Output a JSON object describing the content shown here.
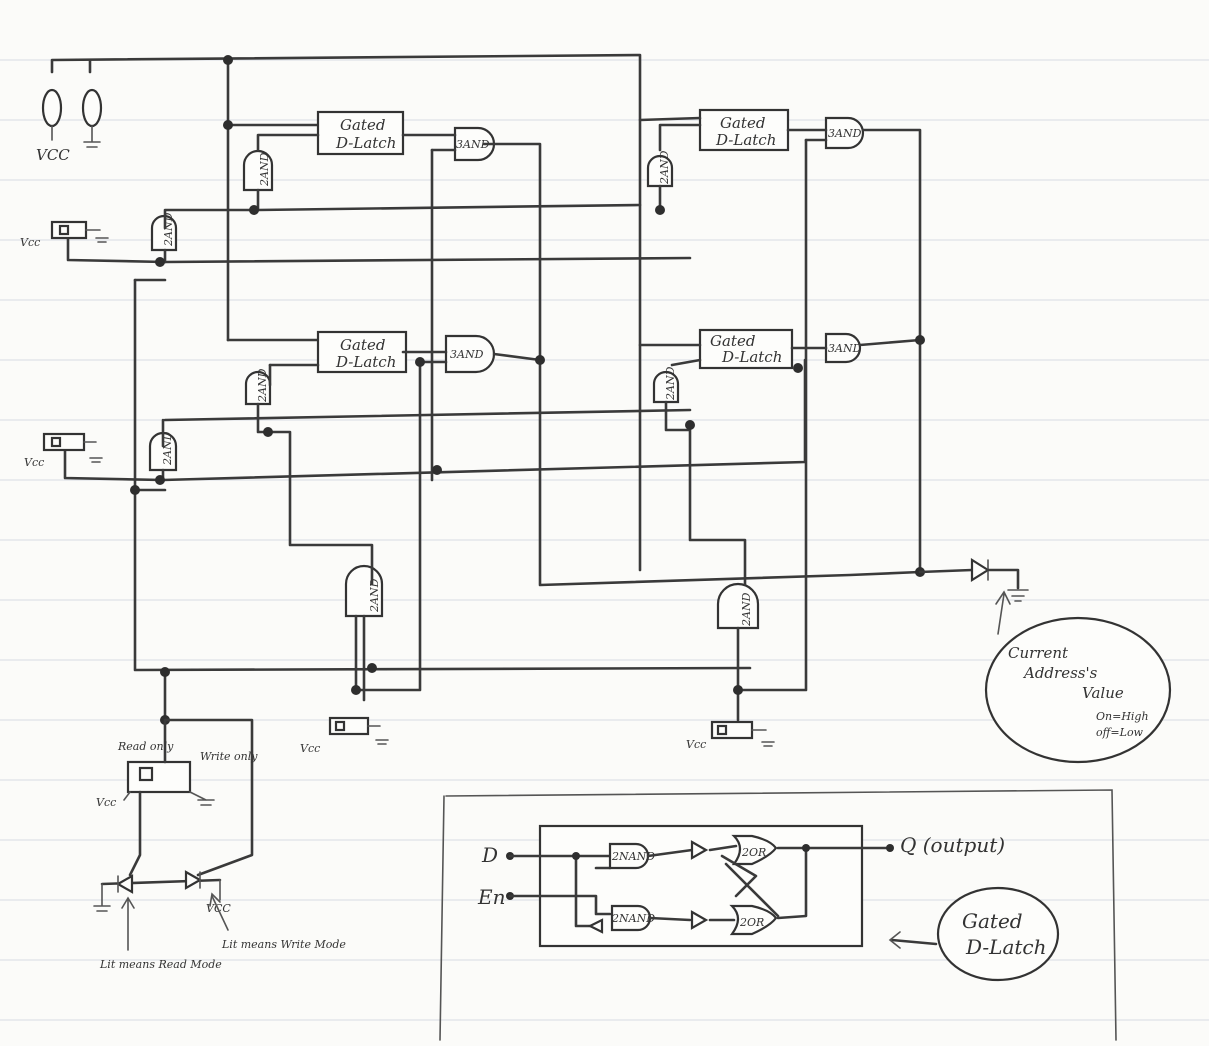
{
  "labels": {
    "vcc_upper": "VCC",
    "vcc": "Vcc",
    "latch_line1": "Gated",
    "latch_line2": "D-Latch",
    "and3": "3AND",
    "and2": "2AND",
    "nand2": "2NAND",
    "or2": "2OR",
    "read_only": "Read only",
    "write_only": "Write only",
    "lit_read": "Lit means Read Mode",
    "lit_write": "Lit means Write Mode",
    "current_value_line1": "Current",
    "current_value_line2": "Address's",
    "current_value_line3": "Value",
    "on_high": "On=High",
    "off_low": "off=Low",
    "input_d": "D",
    "input_en": "En",
    "output_q": "Q (output)",
    "detail_title_line1": "Gated",
    "detail_title_line2": "D-Latch"
  }
}
